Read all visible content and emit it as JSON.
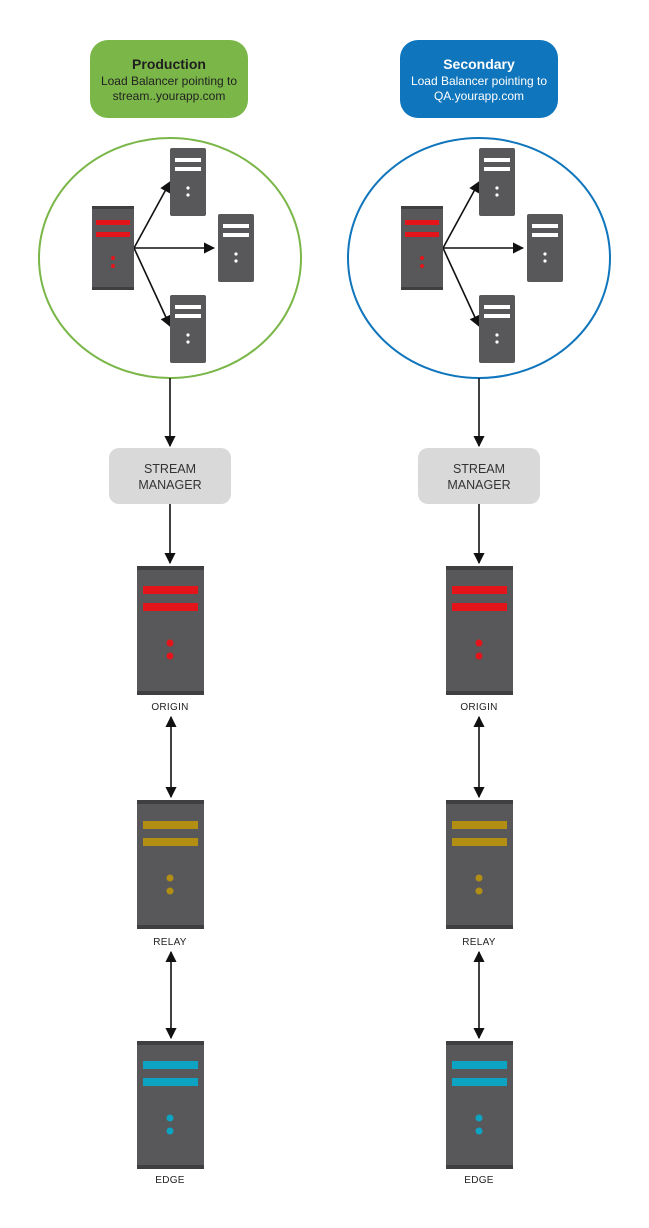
{
  "columns": [
    {
      "id": "production",
      "header": {
        "title": "Production",
        "line1": "Load Balancer pointing to",
        "line2": "stream..yourapp.com",
        "color": "#7ab648"
      },
      "ring_color": "#7ab648",
      "stream_manager": [
        "STREAM",
        "MANAGER"
      ],
      "nodes": [
        {
          "label": "ORIGIN",
          "stripe_color": "#e3151a"
        },
        {
          "label": "RELAY",
          "stripe_color": "#b28e13"
        },
        {
          "label": "EDGE",
          "stripe_color": "#0da3c2"
        }
      ]
    },
    {
      "id": "secondary",
      "header": {
        "title": "Secondary",
        "line1": "Load Balancer pointing to",
        "line2": "QA.yourapp.com",
        "color": "#0f75bc"
      },
      "ring_color": "#0f75bc",
      "stream_manager": [
        "STREAM",
        "MANAGER"
      ],
      "nodes": [
        {
          "label": "ORIGIN",
          "stripe_color": "#e3151a"
        },
        {
          "label": "RELAY",
          "stripe_color": "#b28e13"
        },
        {
          "label": "EDGE",
          "stripe_color": "#0da3c2"
        }
      ]
    }
  ],
  "colors": {
    "server_body": "#58585a",
    "server_cap": "#3f3f41",
    "lb_stripe": "#e3151a",
    "child_stripe": "#ffffff",
    "stream_manager_fill": "#d9d9d9"
  }
}
